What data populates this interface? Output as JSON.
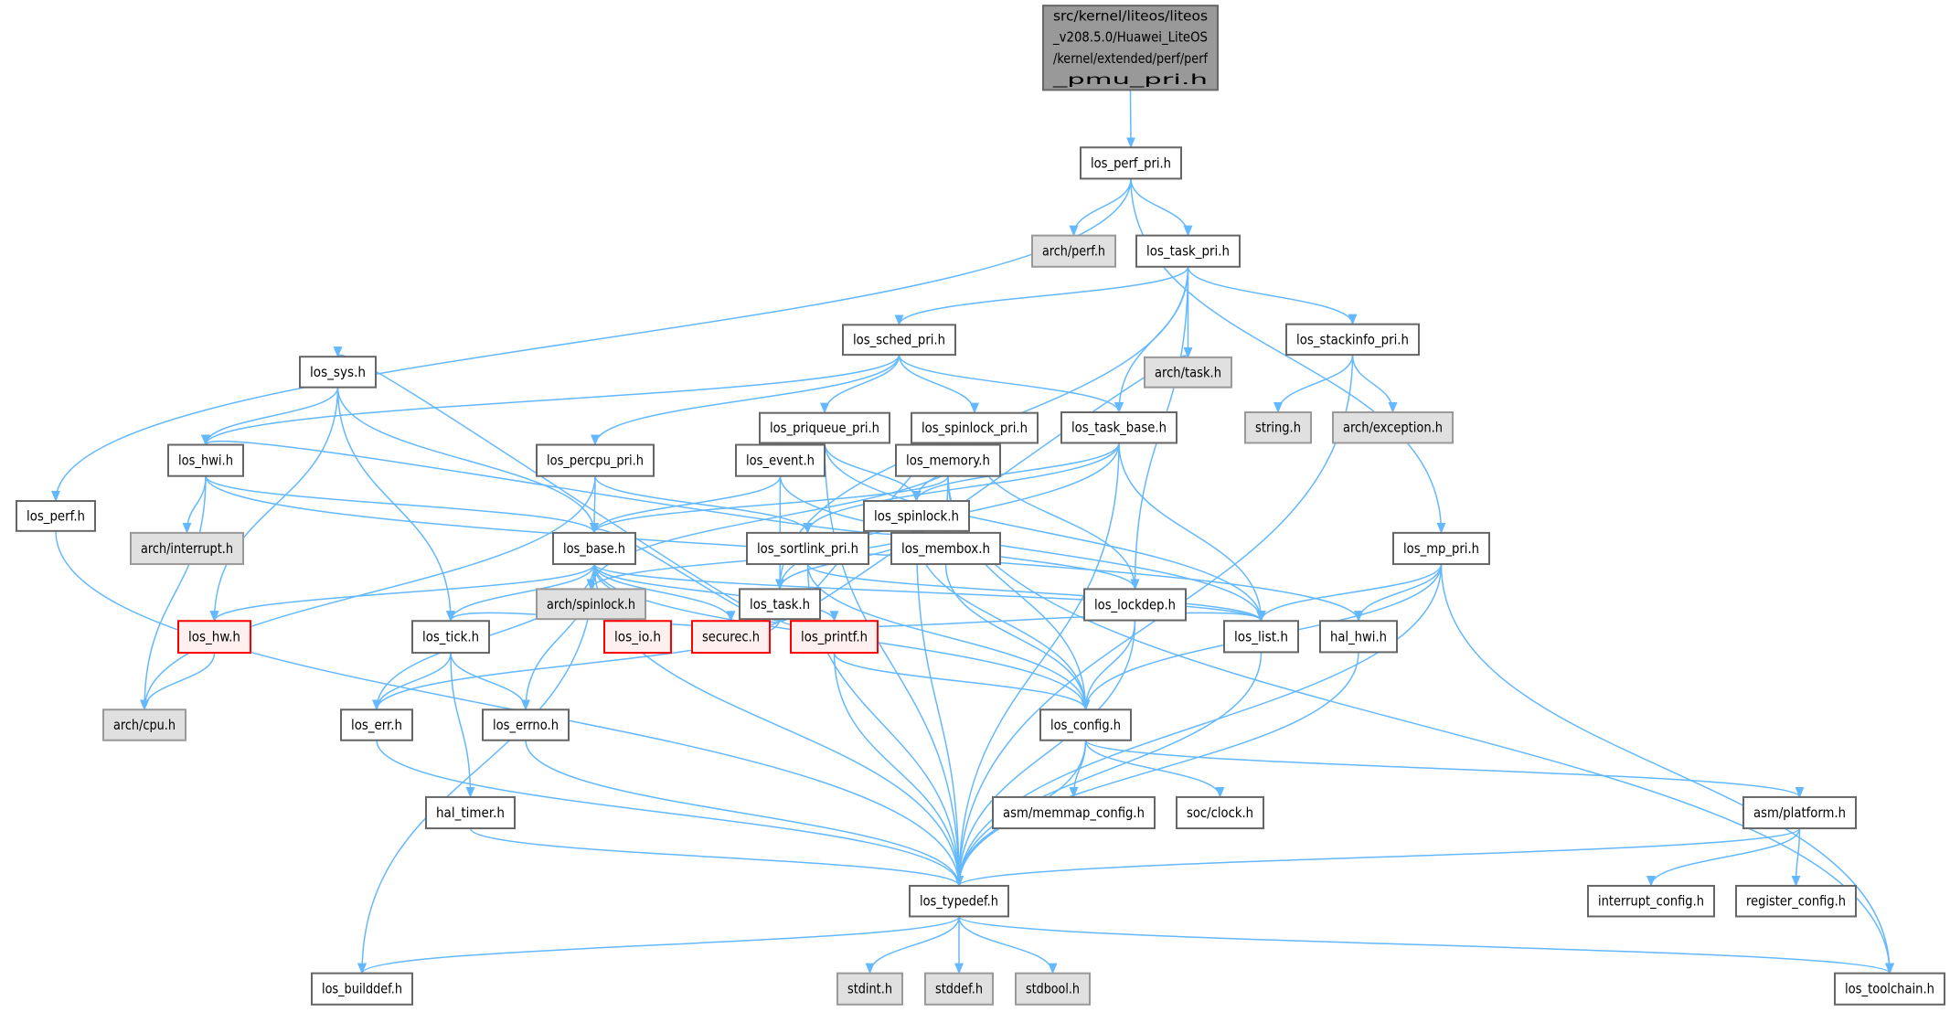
{
  "graph": {
    "title": "Include dependency graph",
    "colors": {
      "edge": "#63b8ff",
      "root_fill": "#999999",
      "root_stroke": "#666666",
      "normal_fill": "#ffffff",
      "normal_stroke": "#666666",
      "external_fill": "#e0e0e0",
      "external_stroke": "#999999",
      "missing_fill": "#fff0f0",
      "missing_stroke": "#ff0000"
    },
    "nodes": [
      {
        "id": "root",
        "label": [
          "src/kernel/liteos/liteos",
          "_v208.5.0/Huawei_LiteOS",
          "/kernel/extended/perf/perf",
          "_pmu_pri.h"
        ],
        "kind": "root"
      },
      {
        "id": "los_perf_pri",
        "label": [
          "los_perf_pri.h"
        ],
        "kind": "normal"
      },
      {
        "id": "arch_perf",
        "label": [
          "arch/perf.h"
        ],
        "kind": "external"
      },
      {
        "id": "los_task_pri",
        "label": [
          "los_task_pri.h"
        ],
        "kind": "normal"
      },
      {
        "id": "los_sched_pri",
        "label": [
          "los_sched_pri.h"
        ],
        "kind": "normal"
      },
      {
        "id": "los_stackinfo_pri",
        "label": [
          "los_stackinfo_pri.h"
        ],
        "kind": "normal"
      },
      {
        "id": "los_priqueue_pri",
        "label": [
          "los_priqueue_pri.h"
        ],
        "kind": "normal"
      },
      {
        "id": "los_spinlock_pri",
        "label": [
          "los_spinlock_pri.h"
        ],
        "kind": "normal"
      },
      {
        "id": "los_task_base",
        "label": [
          "los_task_base.h"
        ],
        "kind": "normal"
      },
      {
        "id": "string",
        "label": [
          "string.h"
        ],
        "kind": "external"
      },
      {
        "id": "arch_exception",
        "label": [
          "arch/exception.h"
        ],
        "kind": "external"
      },
      {
        "id": "los_perf",
        "label": [
          "los_perf.h"
        ],
        "kind": "normal"
      },
      {
        "id": "los_spinlock",
        "label": [
          "los_spinlock.h"
        ],
        "kind": "normal"
      },
      {
        "id": "arch_spinlock",
        "label": [
          "arch/spinlock.h"
        ],
        "kind": "external"
      },
      {
        "id": "los_task",
        "label": [
          "los_task.h"
        ],
        "kind": "normal"
      },
      {
        "id": "los_lockdep",
        "label": [
          "los_lockdep.h"
        ],
        "kind": "normal"
      },
      {
        "id": "arch_task",
        "label": [
          "arch/task.h"
        ],
        "kind": "external"
      },
      {
        "id": "los_sys",
        "label": [
          "los_sys.h"
        ],
        "kind": "normal"
      },
      {
        "id": "los_hwi",
        "label": [
          "los_hwi.h"
        ],
        "kind": "normal"
      },
      {
        "id": "los_percpu_pri",
        "label": [
          "los_percpu_pri.h"
        ],
        "kind": "normal"
      },
      {
        "id": "los_event",
        "label": [
          "los_event.h"
        ],
        "kind": "normal"
      },
      {
        "id": "los_memory",
        "label": [
          "los_memory.h"
        ],
        "kind": "normal"
      },
      {
        "id": "arch_interrupt",
        "label": [
          "arch/interrupt.h"
        ],
        "kind": "external"
      },
      {
        "id": "los_base",
        "label": [
          "los_base.h"
        ],
        "kind": "normal"
      },
      {
        "id": "los_sortlink_pri",
        "label": [
          "los_sortlink_pri.h"
        ],
        "kind": "normal"
      },
      {
        "id": "los_membox",
        "label": [
          "los_membox.h"
        ],
        "kind": "normal"
      },
      {
        "id": "los_mp_pri",
        "label": [
          "los_mp_pri.h"
        ],
        "kind": "normal"
      },
      {
        "id": "los_hw",
        "label": [
          "los_hw.h"
        ],
        "kind": "missing"
      },
      {
        "id": "los_tick",
        "label": [
          "los_tick.h"
        ],
        "kind": "normal"
      },
      {
        "id": "los_io",
        "label": [
          "los_io.h"
        ],
        "kind": "missing"
      },
      {
        "id": "securec",
        "label": [
          "securec.h"
        ],
        "kind": "missing"
      },
      {
        "id": "los_printf",
        "label": [
          "los_printf.h"
        ],
        "kind": "missing"
      },
      {
        "id": "los_list",
        "label": [
          "los_list.h"
        ],
        "kind": "normal"
      },
      {
        "id": "hal_hwi",
        "label": [
          "hal_hwi.h"
        ],
        "kind": "normal"
      },
      {
        "id": "arch_cpu",
        "label": [
          "arch/cpu.h"
        ],
        "kind": "external"
      },
      {
        "id": "los_err",
        "label": [
          "los_err.h"
        ],
        "kind": "normal"
      },
      {
        "id": "los_errno",
        "label": [
          "los_errno.h"
        ],
        "kind": "normal"
      },
      {
        "id": "los_config",
        "label": [
          "los_config.h"
        ],
        "kind": "normal"
      },
      {
        "id": "hal_timer",
        "label": [
          "hal_timer.h"
        ],
        "kind": "normal"
      },
      {
        "id": "asm_memmap_config",
        "label": [
          "asm/memmap_config.h"
        ],
        "kind": "normal"
      },
      {
        "id": "soc_clock",
        "label": [
          "soc/clock.h"
        ],
        "kind": "normal"
      },
      {
        "id": "asm_platform",
        "label": [
          "asm/platform.h"
        ],
        "kind": "normal"
      },
      {
        "id": "los_typedef",
        "label": [
          "los_typedef.h"
        ],
        "kind": "normal"
      },
      {
        "id": "interrupt_config",
        "label": [
          "interrupt_config.h"
        ],
        "kind": "normal"
      },
      {
        "id": "register_config",
        "label": [
          "register_config.h"
        ],
        "kind": "normal"
      },
      {
        "id": "los_builddef",
        "label": [
          "los_builddef.h"
        ],
        "kind": "normal"
      },
      {
        "id": "stdint",
        "label": [
          "stdint.h"
        ],
        "kind": "external"
      },
      {
        "id": "stddef",
        "label": [
          "stddef.h"
        ],
        "kind": "external"
      },
      {
        "id": "stdbool",
        "label": [
          "stdbool.h"
        ],
        "kind": "external"
      },
      {
        "id": "los_toolchain",
        "label": [
          "los_toolchain.h"
        ],
        "kind": "normal"
      }
    ],
    "edges": [
      [
        "root",
        "los_perf_pri"
      ],
      [
        "los_perf_pri",
        "los_perf"
      ],
      [
        "los_perf_pri",
        "arch_perf"
      ],
      [
        "los_perf_pri",
        "los_task_pri"
      ],
      [
        "los_perf_pri",
        "los_mp_pri"
      ],
      [
        "los_task_pri",
        "los_sched_pri"
      ],
      [
        "los_task_pri",
        "los_task"
      ],
      [
        "los_task_pri",
        "los_task_base"
      ],
      [
        "los_task_pri",
        "arch_task"
      ],
      [
        "los_task_pri",
        "los_stackinfo_pri"
      ],
      [
        "los_task_pri",
        "los_lockdep"
      ],
      [
        "los_sched_pri",
        "los_hwi"
      ],
      [
        "los_sched_pri",
        "los_percpu_pri"
      ],
      [
        "los_sched_pri",
        "los_priqueue_pri"
      ],
      [
        "los_sched_pri",
        "los_spinlock_pri"
      ],
      [
        "los_sched_pri",
        "los_task_base"
      ],
      [
        "los_stackinfo_pri",
        "string"
      ],
      [
        "los_stackinfo_pri",
        "arch_exception"
      ],
      [
        "los_stackinfo_pri",
        "los_typedef"
      ],
      [
        "los_priqueue_pri",
        "los_spinlock"
      ],
      [
        "los_priqueue_pri",
        "los_typedef"
      ],
      [
        "los_priqueue_pri",
        "los_list"
      ],
      [
        "los_spinlock_pri",
        "arch_spinlock"
      ],
      [
        "los_spinlock_pri",
        "los_spinlock"
      ],
      [
        "los_spinlock_pri",
        "los_lockdep"
      ],
      [
        "los_task_base",
        "los_spinlock"
      ],
      [
        "los_task_base",
        "los_task"
      ],
      [
        "los_task_base",
        "los_sortlink_pri"
      ],
      [
        "los_task_base",
        "los_list"
      ],
      [
        "los_task_base",
        "los_typedef"
      ],
      [
        "los_perf",
        "los_typedef"
      ],
      [
        "los_spinlock",
        "arch_spinlock"
      ],
      [
        "los_spinlock",
        "los_task"
      ],
      [
        "los_spinlock",
        "los_hwi"
      ],
      [
        "los_spinlock",
        "los_lockdep"
      ],
      [
        "los_spinlock",
        "los_config"
      ],
      [
        "los_spinlock",
        "los_typedef"
      ],
      [
        "los_task",
        "los_sys"
      ],
      [
        "los_task",
        "los_base"
      ],
      [
        "los_task",
        "los_tick"
      ],
      [
        "los_task",
        "los_err"
      ],
      [
        "los_task",
        "los_event"
      ],
      [
        "los_task",
        "los_memory"
      ],
      [
        "los_task",
        "los_list"
      ],
      [
        "los_task",
        "arch_task"
      ],
      [
        "los_lockdep",
        "los_config"
      ],
      [
        "los_lockdep",
        "los_typedef"
      ],
      [
        "los_sys",
        "los_hwi"
      ],
      [
        "los_sys",
        "los_base"
      ],
      [
        "los_sys",
        "los_tick"
      ],
      [
        "los_sys",
        "los_hw"
      ],
      [
        "los_hwi",
        "arch_interrupt"
      ],
      [
        "los_hwi",
        "arch_cpu"
      ],
      [
        "los_hwi",
        "los_base"
      ],
      [
        "los_hwi",
        "hal_hwi"
      ],
      [
        "los_percpu_pri",
        "los_base"
      ],
      [
        "los_percpu_pri",
        "los_sortlink_pri"
      ],
      [
        "los_percpu_pri",
        "arch_cpu"
      ],
      [
        "los_event",
        "los_base"
      ],
      [
        "los_event",
        "los_list"
      ],
      [
        "los_memory",
        "los_base"
      ],
      [
        "los_memory",
        "los_membox"
      ],
      [
        "los_memory",
        "los_config"
      ],
      [
        "los_memory",
        "los_toolchain"
      ],
      [
        "los_base",
        "los_hw"
      ],
      [
        "los_base",
        "los_tick"
      ],
      [
        "los_base",
        "los_err"
      ],
      [
        "los_base",
        "los_errno"
      ],
      [
        "los_base",
        "los_io"
      ],
      [
        "los_base",
        "securec"
      ],
      [
        "los_base",
        "los_printf"
      ],
      [
        "los_base",
        "los_builddef"
      ],
      [
        "los_base",
        "los_typedef"
      ],
      [
        "los_base",
        "los_config"
      ],
      [
        "los_base",
        "los_list"
      ],
      [
        "los_sortlink_pri",
        "los_config"
      ],
      [
        "los_sortlink_pri",
        "los_list"
      ],
      [
        "los_sortlink_pri",
        "los_typedef"
      ],
      [
        "los_membox",
        "los_config"
      ],
      [
        "los_mp_pri",
        "los_list"
      ],
      [
        "los_mp_pri",
        "hal_hwi"
      ],
      [
        "los_mp_pri",
        "los_config"
      ],
      [
        "los_mp_pri",
        "los_typedef"
      ],
      [
        "los_mp_pri",
        "los_toolchain"
      ],
      [
        "los_hw",
        "arch_cpu"
      ],
      [
        "los_tick",
        "los_err"
      ],
      [
        "los_tick",
        "los_errno"
      ],
      [
        "los_tick",
        "hal_timer"
      ],
      [
        "los_printf",
        "los_config"
      ],
      [
        "los_printf",
        "los_typedef"
      ],
      [
        "los_err",
        "los_typedef"
      ],
      [
        "los_errno",
        "los_typedef"
      ],
      [
        "hal_timer",
        "los_typedef"
      ],
      [
        "los_list",
        "los_typedef"
      ],
      [
        "hal_hwi",
        "los_typedef"
      ],
      [
        "los_config",
        "los_typedef"
      ],
      [
        "los_config",
        "asm_memmap_config"
      ],
      [
        "los_config",
        "soc_clock"
      ],
      [
        "los_config",
        "asm_platform"
      ],
      [
        "asm_platform",
        "los_typedef"
      ],
      [
        "asm_platform",
        "interrupt_config"
      ],
      [
        "asm_platform",
        "register_config"
      ],
      [
        "los_typedef",
        "los_builddef"
      ],
      [
        "los_typedef",
        "stdint"
      ],
      [
        "los_typedef",
        "stddef"
      ],
      [
        "los_typedef",
        "stdbool"
      ],
      [
        "los_typedef",
        "los_toolchain"
      ]
    ]
  }
}
